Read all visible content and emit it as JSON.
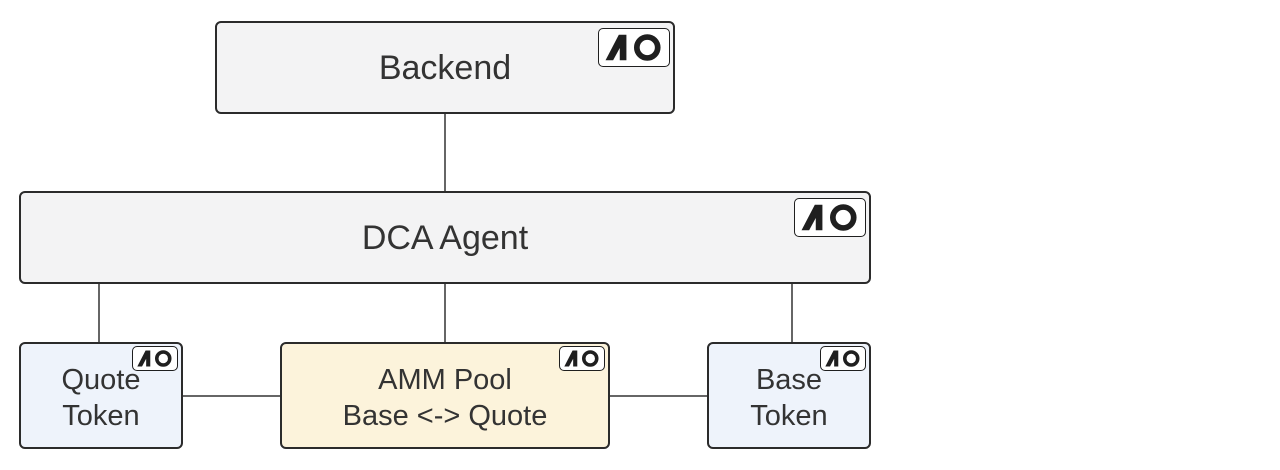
{
  "diagram": {
    "colors": {
      "default_fill": "#f3f3f4",
      "token_fill": "#eef3fb",
      "pool_fill": "#fcf3db",
      "border": "#2b2b2b",
      "text": "#333333",
      "connector": "#333333"
    },
    "nodes": {
      "backend": {
        "label": "Backend",
        "fill": "#f3f3f4",
        "icon": "ao-logo-icon"
      },
      "dca_agent": {
        "label": "DCA Agent",
        "fill": "#f3f3f4",
        "icon": "ao-logo-icon"
      },
      "quote_token": {
        "label": "Quote\nToken",
        "fill": "#eef3fb",
        "icon": "ao-logo-icon"
      },
      "amm_pool": {
        "label": "AMM Pool\nBase <-> Quote",
        "fill": "#fcf3db",
        "icon": "ao-logo-icon"
      },
      "base_token": {
        "label": "Base\nToken",
        "fill": "#eef3fb",
        "icon": "ao-logo-icon"
      }
    },
    "edges": [
      {
        "from": "backend",
        "to": "dca_agent"
      },
      {
        "from": "dca_agent",
        "to": "quote_token"
      },
      {
        "from": "dca_agent",
        "to": "amm_pool"
      },
      {
        "from": "dca_agent",
        "to": "base_token"
      },
      {
        "from": "quote_token",
        "to": "amm_pool"
      },
      {
        "from": "amm_pool",
        "to": "base_token"
      }
    ]
  }
}
